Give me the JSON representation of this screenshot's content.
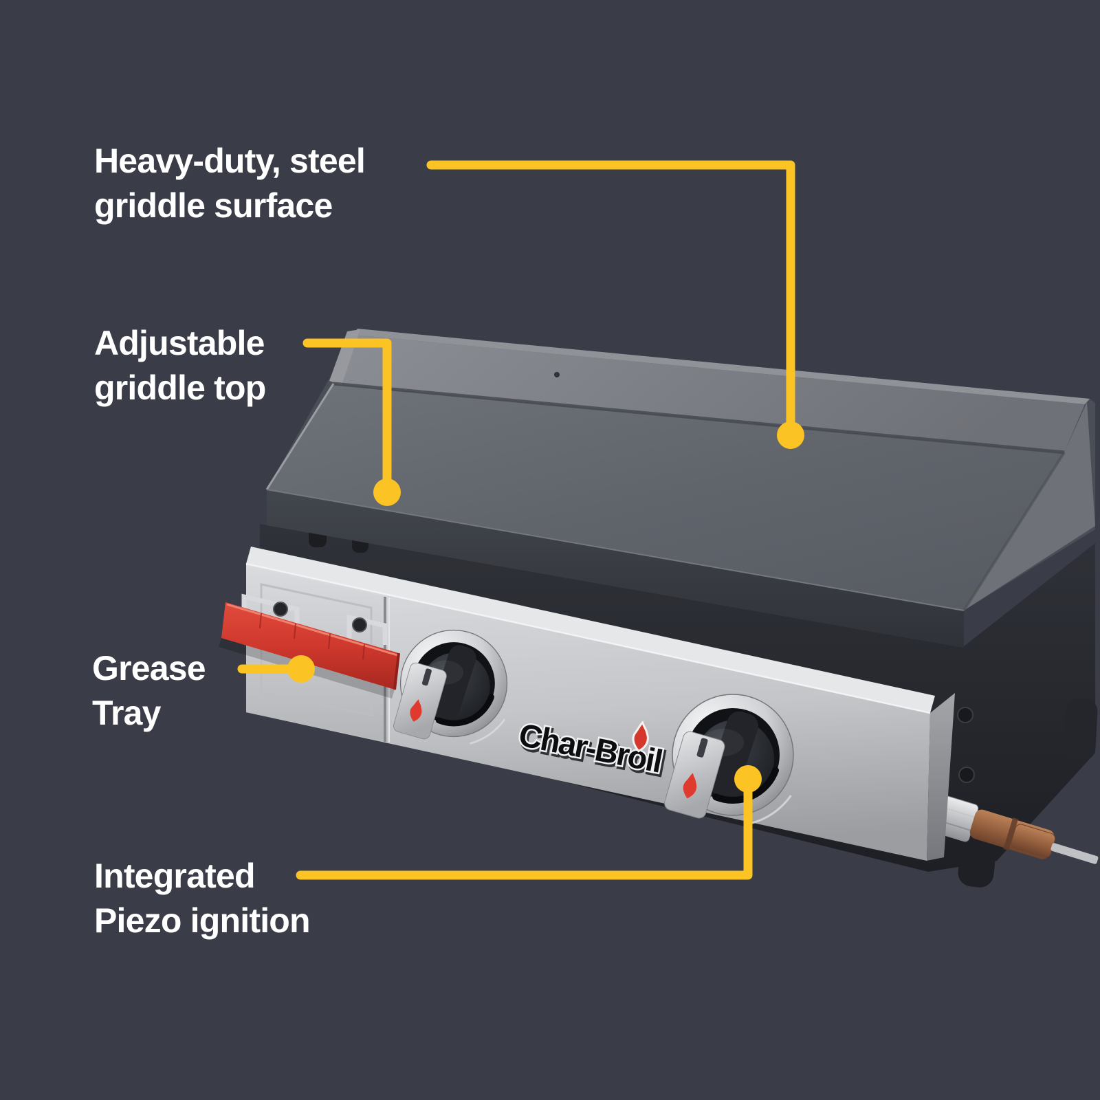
{
  "image": {
    "background_color": "#3A3D47",
    "accent_color": "#FBC324",
    "label_text_color": "#FFFFFF"
  },
  "product": {
    "name": "tabletop two-burner gas griddle",
    "brand": {
      "logo_text": "Char-Broil",
      "flame_color": "#D6372D",
      "logo_fill": "#0C0D10",
      "logo_outline": "#F2F2F3"
    },
    "colors": {
      "griddle_surface": "#60646B",
      "griddle_wall": "#84878D",
      "front_panel_steel": "#C8CACD",
      "grease_handle_red": "#D5382D",
      "body_dark": "#26282D",
      "copper_valve": "#A06A4A"
    }
  },
  "callouts": [
    {
      "line1": "Heavy-duty, steel",
      "line2": "griddle surface",
      "target": "griddle-surface"
    },
    {
      "line1": "Adjustable",
      "line2": "griddle top",
      "target": "griddle-top"
    },
    {
      "line1": "Grease",
      "line2": "Tray",
      "target": "grease-tray"
    },
    {
      "line1": "Integrated",
      "line2": "Piezo ignition",
      "target": "right-burner-knob"
    }
  ]
}
